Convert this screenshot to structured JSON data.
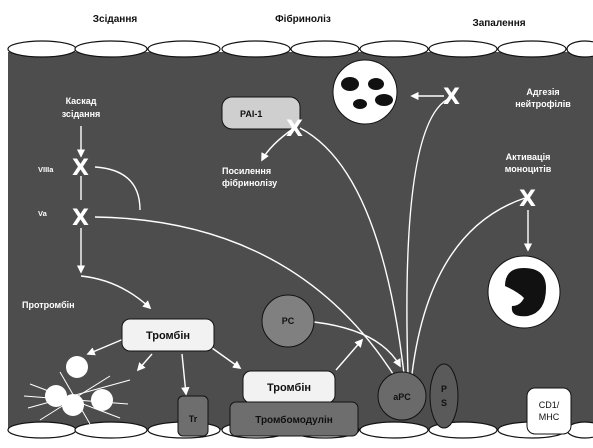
{
  "headers": {
    "coagulation": "Зсідання",
    "fibrinolysis": "Фібриноліз",
    "inflammation": "Запалення"
  },
  "labels": {
    "cascade": "Каскад",
    "cascade2": "зсідання",
    "viiia": "VIIIa",
    "va": "Va",
    "prothrombin": "Протромбін",
    "pai1": "PAI-1",
    "fibrino_enh1": "Посилення",
    "fibrino_enh2": "фібринолізу",
    "adhesion1": "Адгезія",
    "adhesion2": "нейтрофілів",
    "activation1": "Активація",
    "activation2": "моноцитів",
    "thrombin_top": "Тромбін",
    "thrombin_bottom": "Тромбін",
    "thrombomodulin": "Тромбомодулін",
    "pc": "PC",
    "apc": "aPC",
    "ps_p": "P",
    "ps_s": "S",
    "tr": "Tr",
    "cd1": "CD1/",
    "mhc": "MHC"
  },
  "symbols": {
    "cross": "X"
  },
  "colors": {
    "tissue": "#4d4d4d",
    "cell": "#ffffff",
    "box": "#f2f2f2",
    "pai_box": "#cfcfcf",
    "pc_circle": "#808080",
    "apc_circle": "#6a6a6a",
    "ps_oval": "#5a5a5a",
    "tr_box": "#6e6e6e",
    "thrombomodulin_box": "#6e6e6e"
  }
}
